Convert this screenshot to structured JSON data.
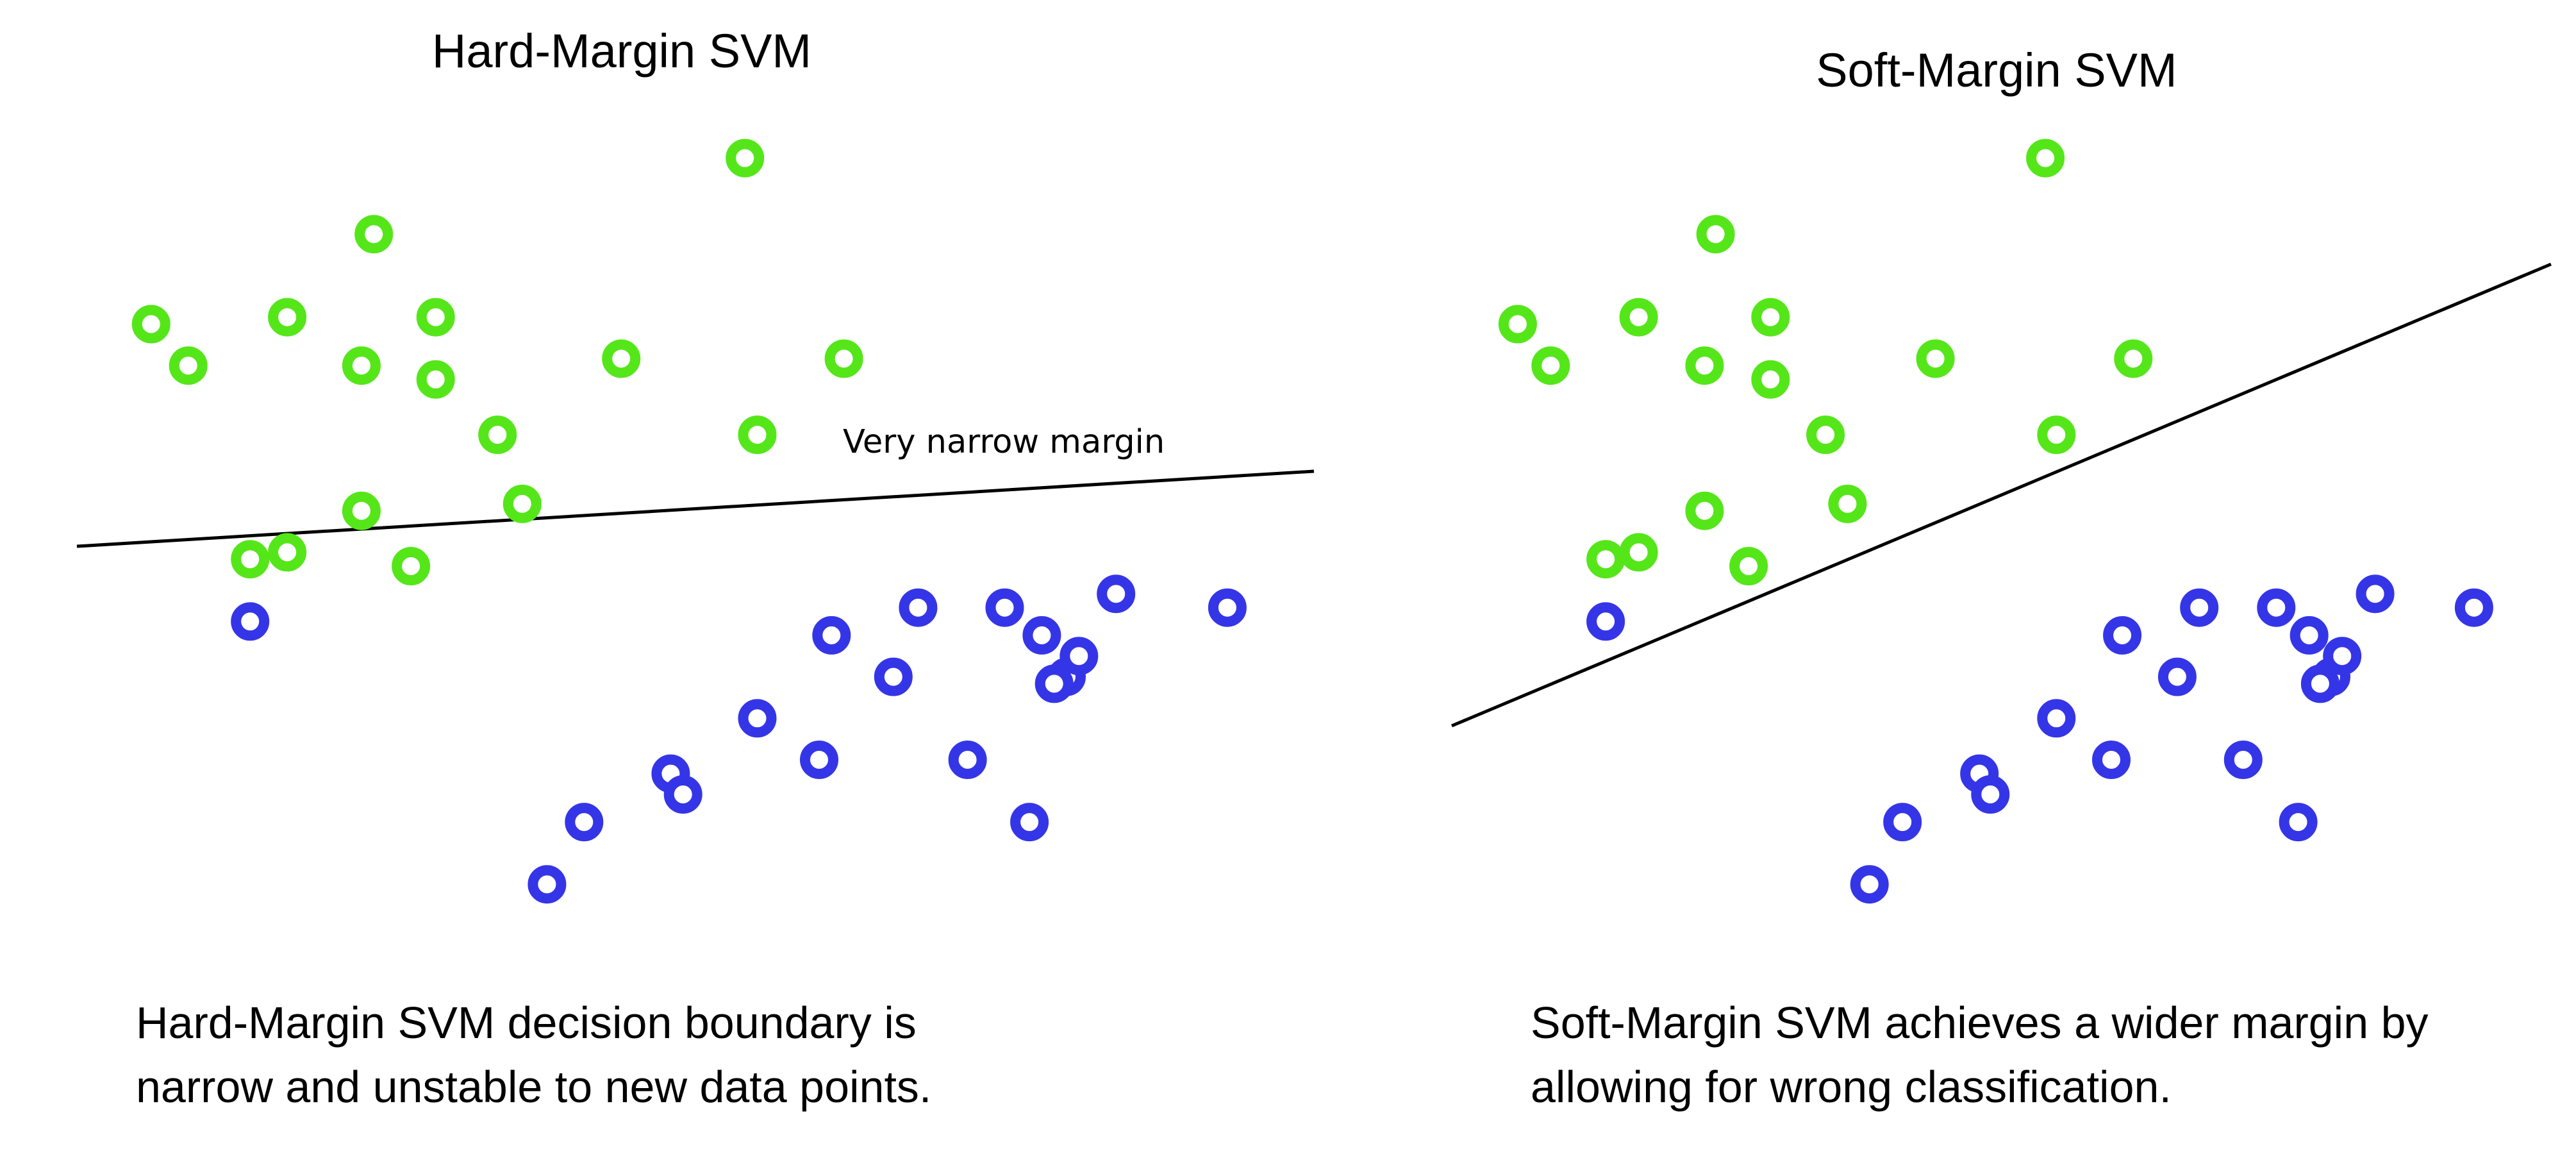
{
  "panels": [
    {
      "title": "Hard-Margin SVM",
      "annotation": "Very narrow margin",
      "caption": [
        "Hard-Margin SVM decision boundary is",
        "narrow and unstable to new data points."
      ],
      "boundary": [
        [
          0,
          0.5
        ],
        [
          1,
          0.52
        ]
      ]
    },
    {
      "title": "Soft-Margin SVM",
      "annotation": "",
      "caption": [
        "Soft-Margin SVM achieves a wider margin by",
        "allowing for wrong classification."
      ],
      "boundary": [
        [
          0,
          0.27
        ],
        [
          1,
          0.73
        ]
      ]
    }
  ],
  "classes": [
    {
      "name": "green",
      "color": "#55e619"
    },
    {
      "name": "blue",
      "color": "#3535e8"
    }
  ],
  "points": {
    "green": [
      [
        0.06,
        0.74
      ],
      [
        0.09,
        0.68
      ],
      [
        0.17,
        0.75
      ],
      [
        0.24,
        0.87
      ],
      [
        0.23,
        0.68
      ],
      [
        0.29,
        0.75
      ],
      [
        0.23,
        0.47
      ],
      [
        0.29,
        0.66
      ],
      [
        0.36,
        0.48
      ],
      [
        0.44,
        0.69
      ],
      [
        0.34,
        0.58
      ],
      [
        0.54,
        0.98
      ],
      [
        0.55,
        0.58
      ],
      [
        0.62,
        0.69
      ],
      [
        0.14,
        0.4
      ],
      [
        0.17,
        0.41
      ],
      [
        0.27,
        0.39
      ]
    ],
    "blue": [
      [
        0.14,
        0.31
      ],
      [
        0.61,
        0.29
      ],
      [
        0.68,
        0.33
      ],
      [
        0.75,
        0.33
      ],
      [
        0.78,
        0.29
      ],
      [
        0.84,
        0.35
      ],
      [
        0.93,
        0.33
      ],
      [
        0.66,
        0.23
      ],
      [
        0.8,
        0.23
      ],
      [
        0.81,
        0.26
      ],
      [
        0.79,
        0.22
      ],
      [
        0.55,
        0.17
      ],
      [
        0.6,
        0.11
      ],
      [
        0.72,
        0.11
      ],
      [
        0.48,
        0.09
      ],
      [
        0.41,
        0.02
      ],
      [
        0.49,
        0.06
      ],
      [
        0.77,
        0.02
      ],
      [
        0.38,
        -0.07
      ]
    ]
  }
}
